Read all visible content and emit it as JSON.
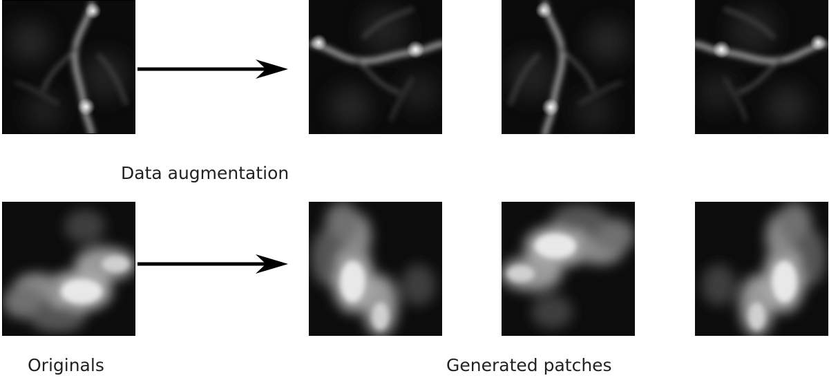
{
  "labels": {
    "augmentation": "Data augmentation",
    "originals": "Originals",
    "generated": "Generated patches"
  },
  "colors": {
    "background": "#ffffff",
    "arrow": "#000000",
    "patch_dark": "#0a0a0a",
    "patch_bright": "#ffffff"
  }
}
